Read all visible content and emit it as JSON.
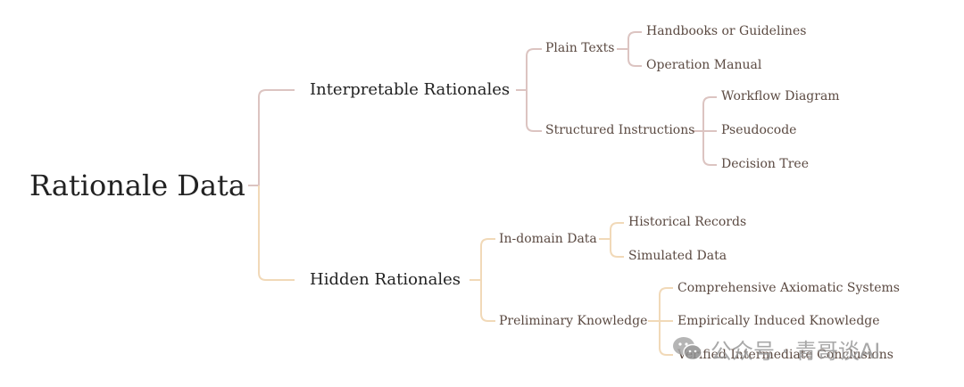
{
  "root": {
    "label": "Rationale Data"
  },
  "branches": [
    {
      "label": "Interpretable Rationales",
      "children": [
        {
          "label": "Plain Texts",
          "children": [
            "Handbooks or Guidelines",
            "Operation Manual"
          ]
        },
        {
          "label": "Structured Instructions",
          "children": [
            "Workflow Diagram",
            "Pseudocode",
            "Decision Tree"
          ]
        }
      ]
    },
    {
      "label": "Hidden Rationales",
      "children": [
        {
          "label": "In-domain Data",
          "children": [
            "Historical Records",
            "Simulated Data"
          ]
        },
        {
          "label": "Preliminary Knowledge",
          "children": [
            "Comprehensive Axiomatic Systems",
            "Empirically Induced Knowledge",
            "Verified Intermediate Conclusions"
          ]
        }
      ]
    }
  ],
  "colors": {
    "branch_interpretable": "#dcc4c1",
    "branch_hidden": "#f1d9b8",
    "root_text": "#222222",
    "leaf_text": "#5b4a42"
  },
  "watermark": {
    "text": "公众号 · 青哥谈AI",
    "icon": "wechat-icon"
  }
}
